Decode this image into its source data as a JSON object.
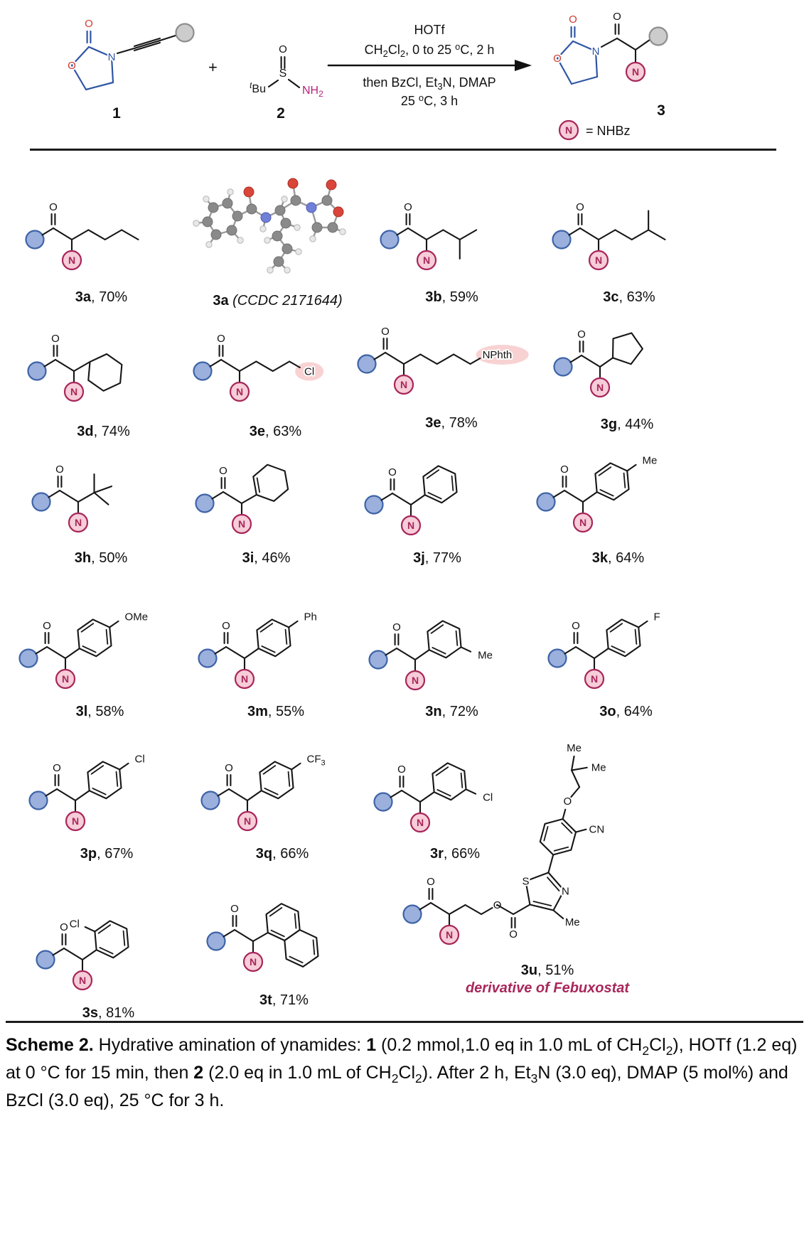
{
  "scheme": {
    "plus": "+",
    "compound1": {
      "number": "1",
      "ring_o": "O",
      "carbonyl_o": "O",
      "n": "N"
    },
    "compound2": {
      "number": "2",
      "tbu": [
        {
          "t": "t",
          "sup": true,
          "i": true
        },
        {
          "t": "Bu"
        }
      ],
      "s": "S",
      "o": "O",
      "nh2": [
        {
          "t": "NH"
        },
        {
          "t": "2",
          "sub": true
        }
      ]
    },
    "compound3": {
      "number": "3",
      "ring_o": "O",
      "ring_carbonyl_o": "O",
      "n_ring": "N",
      "acyl_o": "O"
    },
    "conditions": {
      "line1": "HOTf",
      "line2": [
        {
          "t": "CH"
        },
        {
          "t": "2",
          "sub": true
        },
        {
          "t": "Cl"
        },
        {
          "t": "2",
          "sub": true
        },
        {
          "t": ", 0 to 25 "
        },
        {
          "t": "o",
          "sup": true
        },
        {
          "t": "C, 2 h"
        }
      ],
      "line3": [
        {
          "t": "then BzCl, Et"
        },
        {
          "t": "3",
          "sub": true
        },
        {
          "t": "N, DMAP"
        }
      ],
      "line4": [
        {
          "t": "25 "
        },
        {
          "t": "o",
          "sup": true
        },
        {
          "t": "C, 3 h"
        }
      ]
    },
    "legend": {
      "n": "N",
      "text": "= NHBz"
    }
  },
  "common": {
    "carbonyl_o": "O",
    "n_circle": "N"
  },
  "products": [
    {
      "key": "p3a",
      "id": "3a",
      "yield": ", 70%",
      "structure": "n-butyl"
    },
    {
      "key": "xray",
      "id": "3a",
      "note": " (CCDC 2171644)",
      "structure": "crystal"
    },
    {
      "key": "p3b",
      "id": "3b",
      "yield": ", 59%",
      "structure": "isobutyl"
    },
    {
      "key": "p3c",
      "id": "3c",
      "yield": ", 63%",
      "structure": "isopentyl"
    },
    {
      "key": "p3d",
      "id": "3d",
      "yield": ", 74%",
      "structure": "cyclohexylmethyl"
    },
    {
      "key": "p3e",
      "id": "3e",
      "yield": ", 63%",
      "structure": "3-chloropropyl",
      "sub": "Cl",
      "highlight": true
    },
    {
      "key": "p3f",
      "id": "3e",
      "yield": ", 78%",
      "structure": "4-phthalimidobutyl",
      "sub": "NPhth",
      "highlight": true
    },
    {
      "key": "p3g",
      "id": "3g",
      "yield": ", 44%",
      "structure": "cyclopentyl"
    },
    {
      "key": "p3h",
      "id": "3h",
      "yield": ", 50%",
      "structure": "tert-butyl"
    },
    {
      "key": "p3i",
      "id": "3i",
      "yield": ", 46%",
      "structure": "cyclohexenyl"
    },
    {
      "key": "p3j",
      "id": "3j",
      "yield": ", 77%",
      "structure": "phenyl"
    },
    {
      "key": "p3k",
      "id": "3k",
      "yield": ", 64%",
      "structure": "4-methylphenyl",
      "sub": "Me"
    },
    {
      "key": "p3l",
      "id": "3l",
      "yield": ", 58%",
      "structure": "4-methoxyphenyl",
      "sub": "OMe"
    },
    {
      "key": "p3m",
      "id": "3m",
      "yield": ", 55%",
      "structure": "4-phenylphenyl",
      "sub": "Ph"
    },
    {
      "key": "p3n",
      "id": "3n",
      "yield": ", 72%",
      "structure": "3-methylphenyl",
      "sub": "Me"
    },
    {
      "key": "p3o",
      "id": "3o",
      "yield": ", 64%",
      "structure": "4-fluorophenyl",
      "sub": "F"
    },
    {
      "key": "p3p",
      "id": "3p",
      "yield": ", 67%",
      "structure": "4-chlorophenyl",
      "sub": "Cl"
    },
    {
      "key": "p3q",
      "id": "3q",
      "yield": ", 66%",
      "structure": "4-trifluoromethylphenyl",
      "sub": [
        {
          "t": "CF"
        },
        {
          "t": "3",
          "sub": true
        }
      ]
    },
    {
      "key": "p3r",
      "id": "3r",
      "yield": ", 66%",
      "structure": "3-chlorophenyl",
      "sub": "Cl"
    },
    {
      "key": "p3s",
      "id": "3s",
      "yield": ", 81%",
      "structure": "2-chlorophenyl",
      "sub": "Cl"
    },
    {
      "key": "p3t",
      "id": "3t",
      "yield": ", 71%",
      "structure": "1-naphthyl"
    },
    {
      "key": "p3u",
      "id": "3u",
      "yield": ", 51%",
      "note2": "derivative of Febuxostat",
      "structure": "febuxostat-ester",
      "labels": {
        "o_ester": "O",
        "o_carbonyl": "O",
        "s": "S",
        "n": "N",
        "me_thiazole": "Me",
        "cn": "CN",
        "o_ether": "O",
        "me1": "Me",
        "me2": "Me"
      }
    }
  ],
  "caption": {
    "segments": [
      {
        "t": "Scheme 2.",
        "b": true
      },
      {
        "t": " Hydrative amination of ynamides: "
      },
      {
        "t": "1",
        "b": true
      },
      {
        "t": " (0.2 mmol,1.0 eq in 1.0 mL of CH"
      },
      {
        "t": "2",
        "sub": true
      },
      {
        "t": "Cl"
      },
      {
        "t": "2",
        "sub": true
      },
      {
        "t": "), HOTf (1.2 eq) at 0 °C for 15 min, then "
      },
      {
        "t": "2",
        "b": true
      },
      {
        "t": " (2.0 eq in 1.0 mL of CH"
      },
      {
        "t": "2",
        "sub": true
      },
      {
        "t": "Cl"
      },
      {
        "t": "2",
        "sub": true
      },
      {
        "t": "). After 2 h, Et"
      },
      {
        "t": "3",
        "sub": true
      },
      {
        "t": "N (3.0 eq), DMAP (5 mol%) and BzCl (3.0 eq), 25 °C for 3 h."
      }
    ]
  },
  "colors": {
    "bond": "#161616",
    "blue_fill": "#9bb0dc",
    "blue_stroke": "#3e63a8",
    "pink_fill": "#f6cd d8",
    "pink_stroke": "#a8265a",
    "grey_fill": "#cccccc",
    "grey_stroke": "#8e8e8e",
    "highlight": "#f8d2d2",
    "ring_blue": "#2f55a5",
    "o_red": "#cf3b30",
    "nh2_magenta": "#b5217c",
    "feb_text": "#a8265a"
  }
}
